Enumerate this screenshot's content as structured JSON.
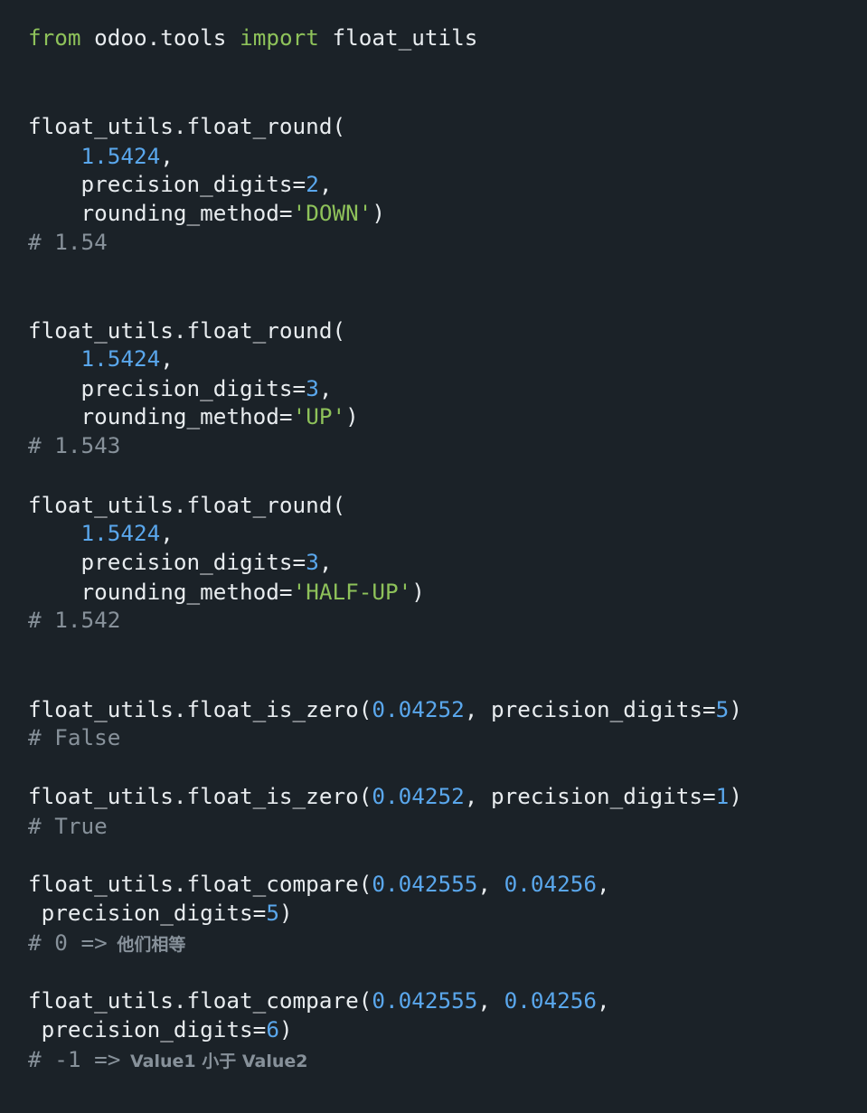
{
  "editor": {
    "theme": {
      "background": "#1b2228",
      "text": "#e8ecef",
      "keyword": "#8ec25a",
      "number": "#5aa7ec",
      "string": "#8ec25a",
      "comment": "#87919a"
    },
    "lines": [
      {
        "line": 1,
        "tokens": [
          {
            "t": "from",
            "k": "kw"
          },
          {
            "t": " odoo.tools ",
            "k": "plain"
          },
          {
            "t": "import",
            "k": "kw"
          },
          {
            "t": " float_utils",
            "k": "plain"
          }
        ]
      },
      {
        "line": 4,
        "tokens": [
          {
            "t": "float_utils.float_round(",
            "k": "plain"
          }
        ]
      },
      {
        "line": 5,
        "tokens": [
          {
            "t": "    ",
            "k": "plain"
          },
          {
            "t": "1.5424",
            "k": "num"
          },
          {
            "t": ",",
            "k": "plain"
          }
        ]
      },
      {
        "line": 6,
        "tokens": [
          {
            "t": "    precision_digits=",
            "k": "plain"
          },
          {
            "t": "2",
            "k": "num"
          },
          {
            "t": ",",
            "k": "plain"
          }
        ]
      },
      {
        "line": 7,
        "tokens": [
          {
            "t": "    rounding_method=",
            "k": "plain"
          },
          {
            "t": "'DOWN'",
            "k": "str"
          },
          {
            "t": ")",
            "k": "plain"
          }
        ]
      },
      {
        "line": 8,
        "tokens": [
          {
            "t": "# 1.54",
            "k": "com"
          }
        ]
      },
      {
        "line": 11,
        "tokens": [
          {
            "t": "float_utils.float_round(",
            "k": "plain"
          }
        ]
      },
      {
        "line": 12,
        "tokens": [
          {
            "t": "    ",
            "k": "plain"
          },
          {
            "t": "1.5424",
            "k": "num"
          },
          {
            "t": ",",
            "k": "plain"
          }
        ]
      },
      {
        "line": 13,
        "tokens": [
          {
            "t": "    precision_digits=",
            "k": "plain"
          },
          {
            "t": "3",
            "k": "num"
          },
          {
            "t": ",",
            "k": "plain"
          }
        ]
      },
      {
        "line": 14,
        "tokens": [
          {
            "t": "    rounding_method=",
            "k": "plain"
          },
          {
            "t": "'UP'",
            "k": "str"
          },
          {
            "t": ")",
            "k": "plain"
          }
        ]
      },
      {
        "line": 15,
        "tokens": [
          {
            "t": "# 1.543",
            "k": "com"
          }
        ]
      },
      {
        "line": 17,
        "tokens": [
          {
            "t": "float_utils.float_round(",
            "k": "plain"
          }
        ]
      },
      {
        "line": 18,
        "tokens": [
          {
            "t": "    ",
            "k": "plain"
          },
          {
            "t": "1.5424",
            "k": "num"
          },
          {
            "t": ",",
            "k": "plain"
          }
        ]
      },
      {
        "line": 19,
        "tokens": [
          {
            "t": "    precision_digits=",
            "k": "plain"
          },
          {
            "t": "3",
            "k": "num"
          },
          {
            "t": ",",
            "k": "plain"
          }
        ]
      },
      {
        "line": 20,
        "tokens": [
          {
            "t": "    rounding_method=",
            "k": "plain"
          },
          {
            "t": "'HALF-UP'",
            "k": "str"
          },
          {
            "t": ")",
            "k": "plain"
          }
        ]
      },
      {
        "line": 21,
        "tokens": [
          {
            "t": "# 1.542",
            "k": "com"
          }
        ]
      },
      {
        "line": 24,
        "tokens": [
          {
            "t": "float_utils.float_is_zero(",
            "k": "plain"
          },
          {
            "t": "0.04252",
            "k": "num"
          },
          {
            "t": ", precision_digits=",
            "k": "plain"
          },
          {
            "t": "5",
            "k": "num"
          },
          {
            "t": ")",
            "k": "plain"
          }
        ]
      },
      {
        "line": 25,
        "tokens": [
          {
            "t": "# False",
            "k": "com"
          }
        ]
      },
      {
        "line": 27,
        "tokens": [
          {
            "t": "float_utils.float_is_zero(",
            "k": "plain"
          },
          {
            "t": "0.04252",
            "k": "num"
          },
          {
            "t": ", precision_digits=",
            "k": "plain"
          },
          {
            "t": "1",
            "k": "num"
          },
          {
            "t": ")",
            "k": "plain"
          }
        ]
      },
      {
        "line": 28,
        "tokens": [
          {
            "t": "# True",
            "k": "com"
          }
        ]
      },
      {
        "line": 30,
        "tokens": [
          {
            "t": "float_utils.float_compare(",
            "k": "plain"
          },
          {
            "t": "0.042555",
            "k": "num"
          },
          {
            "t": ", ",
            "k": "plain"
          },
          {
            "t": "0.04256",
            "k": "num"
          },
          {
            "t": ",",
            "k": "plain"
          }
        ]
      },
      {
        "line": 31,
        "tokens": [
          {
            "t": " precision_digits=",
            "k": "plain"
          },
          {
            "t": "5",
            "k": "num"
          },
          {
            "t": ")",
            "k": "plain"
          }
        ]
      },
      {
        "line": 32,
        "tokens": [
          {
            "t": "# 0 =>",
            "k": "com"
          },
          {
            "t": " 他们相等",
            "k": "note"
          }
        ]
      },
      {
        "line": 34,
        "tokens": [
          {
            "t": "float_utils.float_compare(",
            "k": "plain"
          },
          {
            "t": "0.042555",
            "k": "num"
          },
          {
            "t": ", ",
            "k": "plain"
          },
          {
            "t": "0.04256",
            "k": "num"
          },
          {
            "t": ",",
            "k": "plain"
          }
        ]
      },
      {
        "line": 35,
        "tokens": [
          {
            "t": " precision_digits=",
            "k": "plain"
          },
          {
            "t": "6",
            "k": "num"
          },
          {
            "t": ")",
            "k": "plain"
          }
        ]
      },
      {
        "line": 36,
        "tokens": [
          {
            "t": "# -1 =>",
            "k": "com"
          },
          {
            "t": " Value1 小于 Value2",
            "k": "note"
          }
        ]
      }
    ]
  }
}
